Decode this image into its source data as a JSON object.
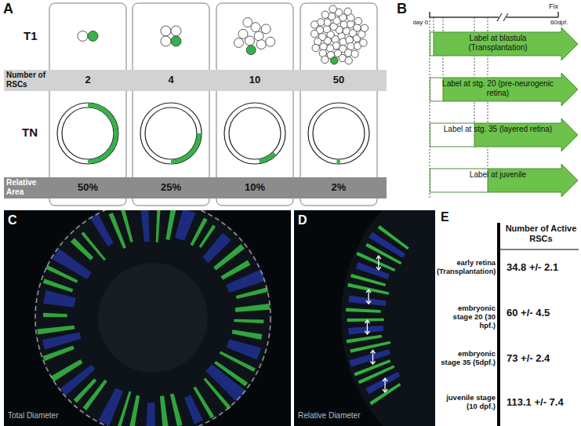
{
  "diagram": {
    "nodes": [
      {
        "text": [
          "Number of RSCs",
          "2",
          "4",
          "10",
          "50"
        ]
      },
      {
        "text": [
          "Relative Area",
          "50%",
          "25%",
          "10%",
          "2%"
        ]
      },
      {
        "text": [
          "Label at blastula (Transplantation)"
        ]
      },
      {
        "text": [
          "Label at stg. 20 (pre-neurogenic retina)"
        ]
      },
      {
        "text": [
          "Label at stg. 35 (layered retina)"
        ]
      },
      {
        "text": [
          "Label at juvenile"
        ]
      }
    ],
    "labels": [
      "A",
      "T1",
      "TN",
      "B",
      "day 0",
      "Fix",
      "60dpf.",
      "C",
      "Total Diameter",
      "D",
      "Relative Diameter",
      "E",
      "Number of Active RSCs",
      "early retina (Transplantation)",
      "34.8 +/- 2.1",
      "embryonic stage 20 (30 hpf.)",
      "60 +/- 4.5",
      "embryonic stage 35 (5dpf.)",
      "73 +/- 2.4",
      "juvenile stage (10 dpf.)",
      "113.1 +/- 7.4"
    ]
  }
}
